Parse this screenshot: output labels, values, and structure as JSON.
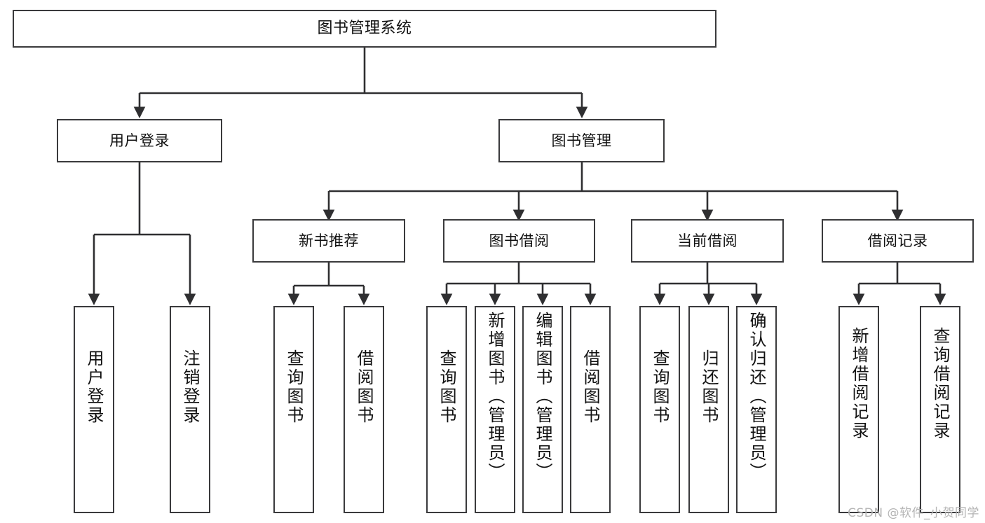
{
  "diagram": {
    "title": "图书管理系统",
    "type": "hierarchy-tree",
    "watermark": "CSDN @软件_小贺同学",
    "colors": {
      "box_border": "#3a3a3c",
      "box_fill": "#ffffff",
      "edge": "#2f2f31",
      "text": "#111111",
      "watermark": "#b4b4b4"
    },
    "levels": {
      "root": {
        "label": "图书管理系统"
      },
      "level2": [
        {
          "label": "用户登录"
        },
        {
          "label": "图书管理"
        }
      ],
      "level3": [
        {
          "label": "新书推荐"
        },
        {
          "label": "图书借阅"
        },
        {
          "label": "当前借阅"
        },
        {
          "label": "借阅记录"
        }
      ],
      "leaves": {
        "user_login": [
          {
            "label": "用户登录"
          },
          {
            "label": "注销登录"
          }
        ],
        "new_book_recommend": [
          {
            "label": "查询图书"
          },
          {
            "label": "借阅图书"
          }
        ],
        "book_borrow": [
          {
            "label": "查询图书"
          },
          {
            "label": "新增图书（管理员）"
          },
          {
            "label": "编辑图书（管理员）"
          },
          {
            "label": "借阅图书"
          }
        ],
        "current_borrow": [
          {
            "label": "查询图书"
          },
          {
            "label": "归还图书"
          },
          {
            "label": "确认归还（管理员）"
          }
        ],
        "borrow_record": [
          {
            "label": "新增借阅记录"
          },
          {
            "label": "查询借阅记录"
          }
        ]
      }
    }
  }
}
